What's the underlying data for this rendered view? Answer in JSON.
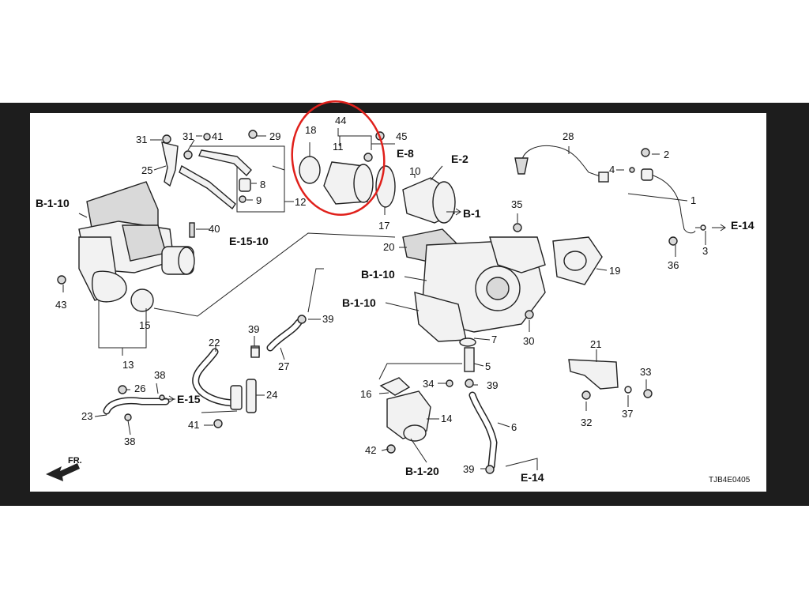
{
  "callouts": {
    "c1": "1",
    "c2": "2",
    "c3": "3",
    "c4": "4",
    "c5": "5",
    "c6": "6",
    "c7": "7",
    "c8": "8",
    "c9": "9",
    "c10": "10",
    "c11": "11",
    "c12": "12",
    "c13": "13",
    "c14": "14",
    "c15": "15",
    "c16": "16",
    "c17": "17",
    "c18": "18",
    "c19": "19",
    "c20": "20",
    "c21": "21",
    "c22": "22",
    "c23": "23",
    "c24": "24",
    "c25": "25",
    "c26": "26",
    "c27": "27",
    "c28": "28",
    "c29": "29",
    "c30": "30",
    "c31a": "31",
    "c31b": "31",
    "c32": "32",
    "c33": "33",
    "c34": "34",
    "c35": "35",
    "c36": "36",
    "c37": "37",
    "c38a": "38",
    "c38b": "38",
    "c39a": "39",
    "c39b": "39",
    "c39c": "39",
    "c39d": "39",
    "c40": "40",
    "c41a": "41",
    "c41b": "41",
    "c42": "42",
    "c43": "43",
    "c44": "44",
    "c45": "45"
  },
  "refs": {
    "b110_left": "B-1-10",
    "e1510": "E-15-10",
    "e8": "E-8",
    "e2": "E-2",
    "b1": "B-1",
    "e14_right": "E-14",
    "b110_mid1": "B-1-10",
    "b110_mid2": "B-1-10",
    "e15": "E-15",
    "b120": "B-1-20",
    "e14_bottom": "E-14"
  },
  "direction_label": "FR.",
  "diagram_code": "TJB4E0405",
  "colors": {
    "frame": "#1d1d1d",
    "highlight": "#e0201b",
    "ink": "#222222"
  }
}
